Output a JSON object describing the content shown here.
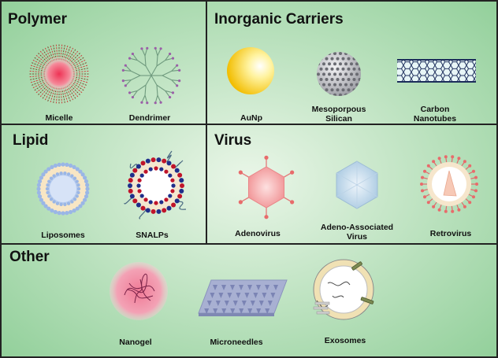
{
  "colors": {
    "panel_center": "#e6f4e3",
    "panel_edge": "#8fcf98",
    "border": "#222222",
    "gold": "#f5c400",
    "red_bead": "#c0142a",
    "blue_bead": "#1f2e8a",
    "lipid_head": "#9ab6e6"
  },
  "panels": {
    "polymer": {
      "title": "Polymer",
      "items": [
        {
          "label": "Micelle",
          "icon": "micelle-icon"
        },
        {
          "label": "Dendrimer",
          "icon": "dendrimer-icon"
        }
      ]
    },
    "inorganic": {
      "title": "Inorganic Carriers",
      "items": [
        {
          "label": "AuNp",
          "icon": "gold-nanoparticle-icon"
        },
        {
          "label": "Mesoporpous\nSilican",
          "icon": "mesoporous-silica-icon"
        },
        {
          "label": "Carbon\nNanotubes",
          "icon": "carbon-nanotube-icon"
        }
      ]
    },
    "lipid": {
      "title": "Lipid",
      "items": [
        {
          "label": "Liposomes",
          "icon": "liposome-icon"
        },
        {
          "label": "SNALPs",
          "icon": "snalp-icon"
        }
      ]
    },
    "virus": {
      "title": "Virus",
      "items": [
        {
          "label": "Adenovirus",
          "icon": "adenovirus-icon"
        },
        {
          "label": "Adeno-Associated\nVirus",
          "icon": "aav-icon"
        },
        {
          "label": "Retrovirus",
          "icon": "retrovirus-icon"
        }
      ]
    },
    "other": {
      "title": "Other",
      "items": [
        {
          "label": "Nanogel",
          "icon": "nanogel-icon"
        },
        {
          "label": "Microneedles",
          "icon": "microneedles-icon"
        },
        {
          "label": "Exosomes",
          "icon": "exosome-icon"
        }
      ]
    }
  }
}
